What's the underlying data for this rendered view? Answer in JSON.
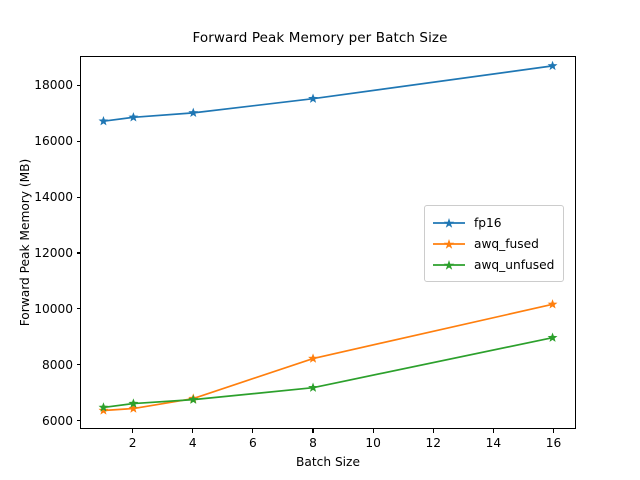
{
  "chart_data": {
    "type": "line",
    "title": "Forward Peak Memory per Batch Size",
    "xlabel": "Batch Size",
    "ylabel": "Forward Peak Memory (MB)",
    "x": [
      1,
      2,
      4,
      8,
      16
    ],
    "xlim": [
      0.25,
      16.75
    ],
    "ylim": [
      5700,
      19050
    ],
    "xticks": [
      2,
      4,
      6,
      8,
      10,
      12,
      14,
      16
    ],
    "xtick_labels": [
      "2",
      "4",
      "6",
      "8",
      "10",
      "12",
      "14",
      "16"
    ],
    "yticks": [
      6000,
      8000,
      10000,
      12000,
      14000,
      16000,
      18000
    ],
    "ytick_labels": [
      "6000",
      "8000",
      "10000",
      "12000",
      "14000",
      "16000",
      "18000"
    ],
    "grid": false,
    "marker": "star",
    "legend_position": "center right",
    "series": [
      {
        "name": "fp16",
        "color": "#1f77b4",
        "values": [
          16740,
          16880,
          17040,
          17550,
          18730
        ]
      },
      {
        "name": "awq_fused",
        "color": "#ff7f0e",
        "values": [
          6330,
          6400,
          6760,
          8200,
          10150
        ]
      },
      {
        "name": "awq_unfused",
        "color": "#2ca02c",
        "values": [
          6440,
          6580,
          6720,
          7150,
          8950
        ]
      }
    ]
  },
  "legend": {
    "entries": [
      {
        "label": "fp16"
      },
      {
        "label": "awq_fused"
      },
      {
        "label": "awq_unfused"
      }
    ]
  }
}
